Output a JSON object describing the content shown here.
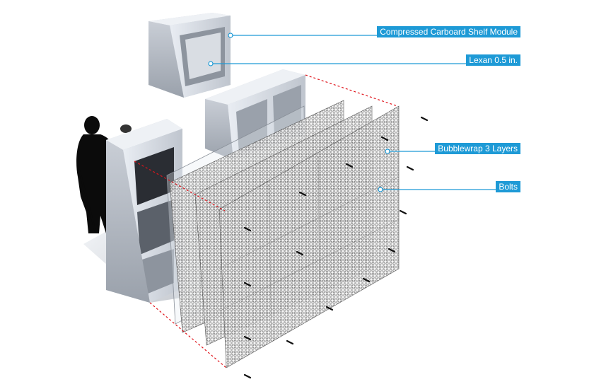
{
  "callouts": [
    {
      "label": "Compressed Carboard Shelf Module"
    },
    {
      "label": "Lexan 0.5 in."
    },
    {
      "label": "Bubblewrap 3 Layers"
    },
    {
      "label": "Bolts"
    }
  ],
  "colors": {
    "callout_bg": "#1e9ad6",
    "callout_text": "#ffffff",
    "dashed_guides": "#e0141b",
    "shelf_face": "#dfe4ec",
    "bubblewrap": "#7a7a7a"
  }
}
